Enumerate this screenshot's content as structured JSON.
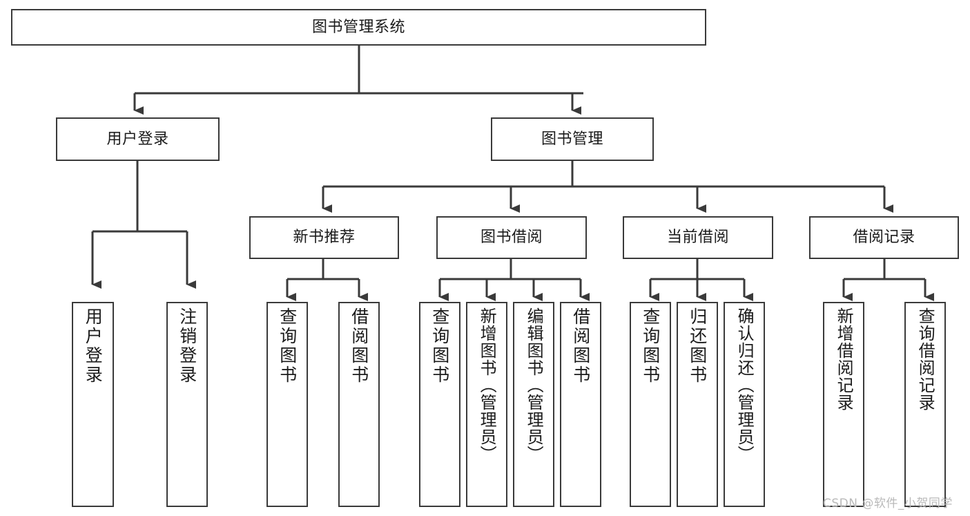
{
  "diagram": {
    "type": "tree-hierarchy-chart",
    "title": "图书管理系统",
    "colors": {
      "stroke": "#3a3a3a",
      "fill": "#ffffff",
      "text": "#1b1b1b",
      "watermark": "#b9b9b9"
    },
    "root": {
      "label": "图书管理系统"
    },
    "level2": [
      {
        "label": "用户登录"
      },
      {
        "label": "图书管理"
      }
    ],
    "level3": [
      {
        "label": "新书推荐"
      },
      {
        "label": "图书借阅"
      },
      {
        "label": "当前借阅"
      },
      {
        "label": "借阅记录"
      }
    ],
    "leaves": {
      "user_login": [
        {
          "label": "用户登录"
        },
        {
          "label": "注销登录"
        }
      ],
      "new_book_recommend": [
        {
          "label": "查询图书"
        },
        {
          "label": "借阅图书"
        }
      ],
      "book_borrow": [
        {
          "label": "查询图书"
        },
        {
          "label": "新增图书（管理员）"
        },
        {
          "label": "编辑图书（管理员）"
        },
        {
          "label": "借阅图书"
        }
      ],
      "current_borrow": [
        {
          "label": "查询图书"
        },
        {
          "label": "归还图书"
        },
        {
          "label": "确认归还（管理员）"
        }
      ],
      "borrow_record": [
        {
          "label": "新增借阅记录"
        },
        {
          "label": "查询借阅记录"
        }
      ]
    },
    "watermark": "CSDN @软件_小贺同学"
  }
}
